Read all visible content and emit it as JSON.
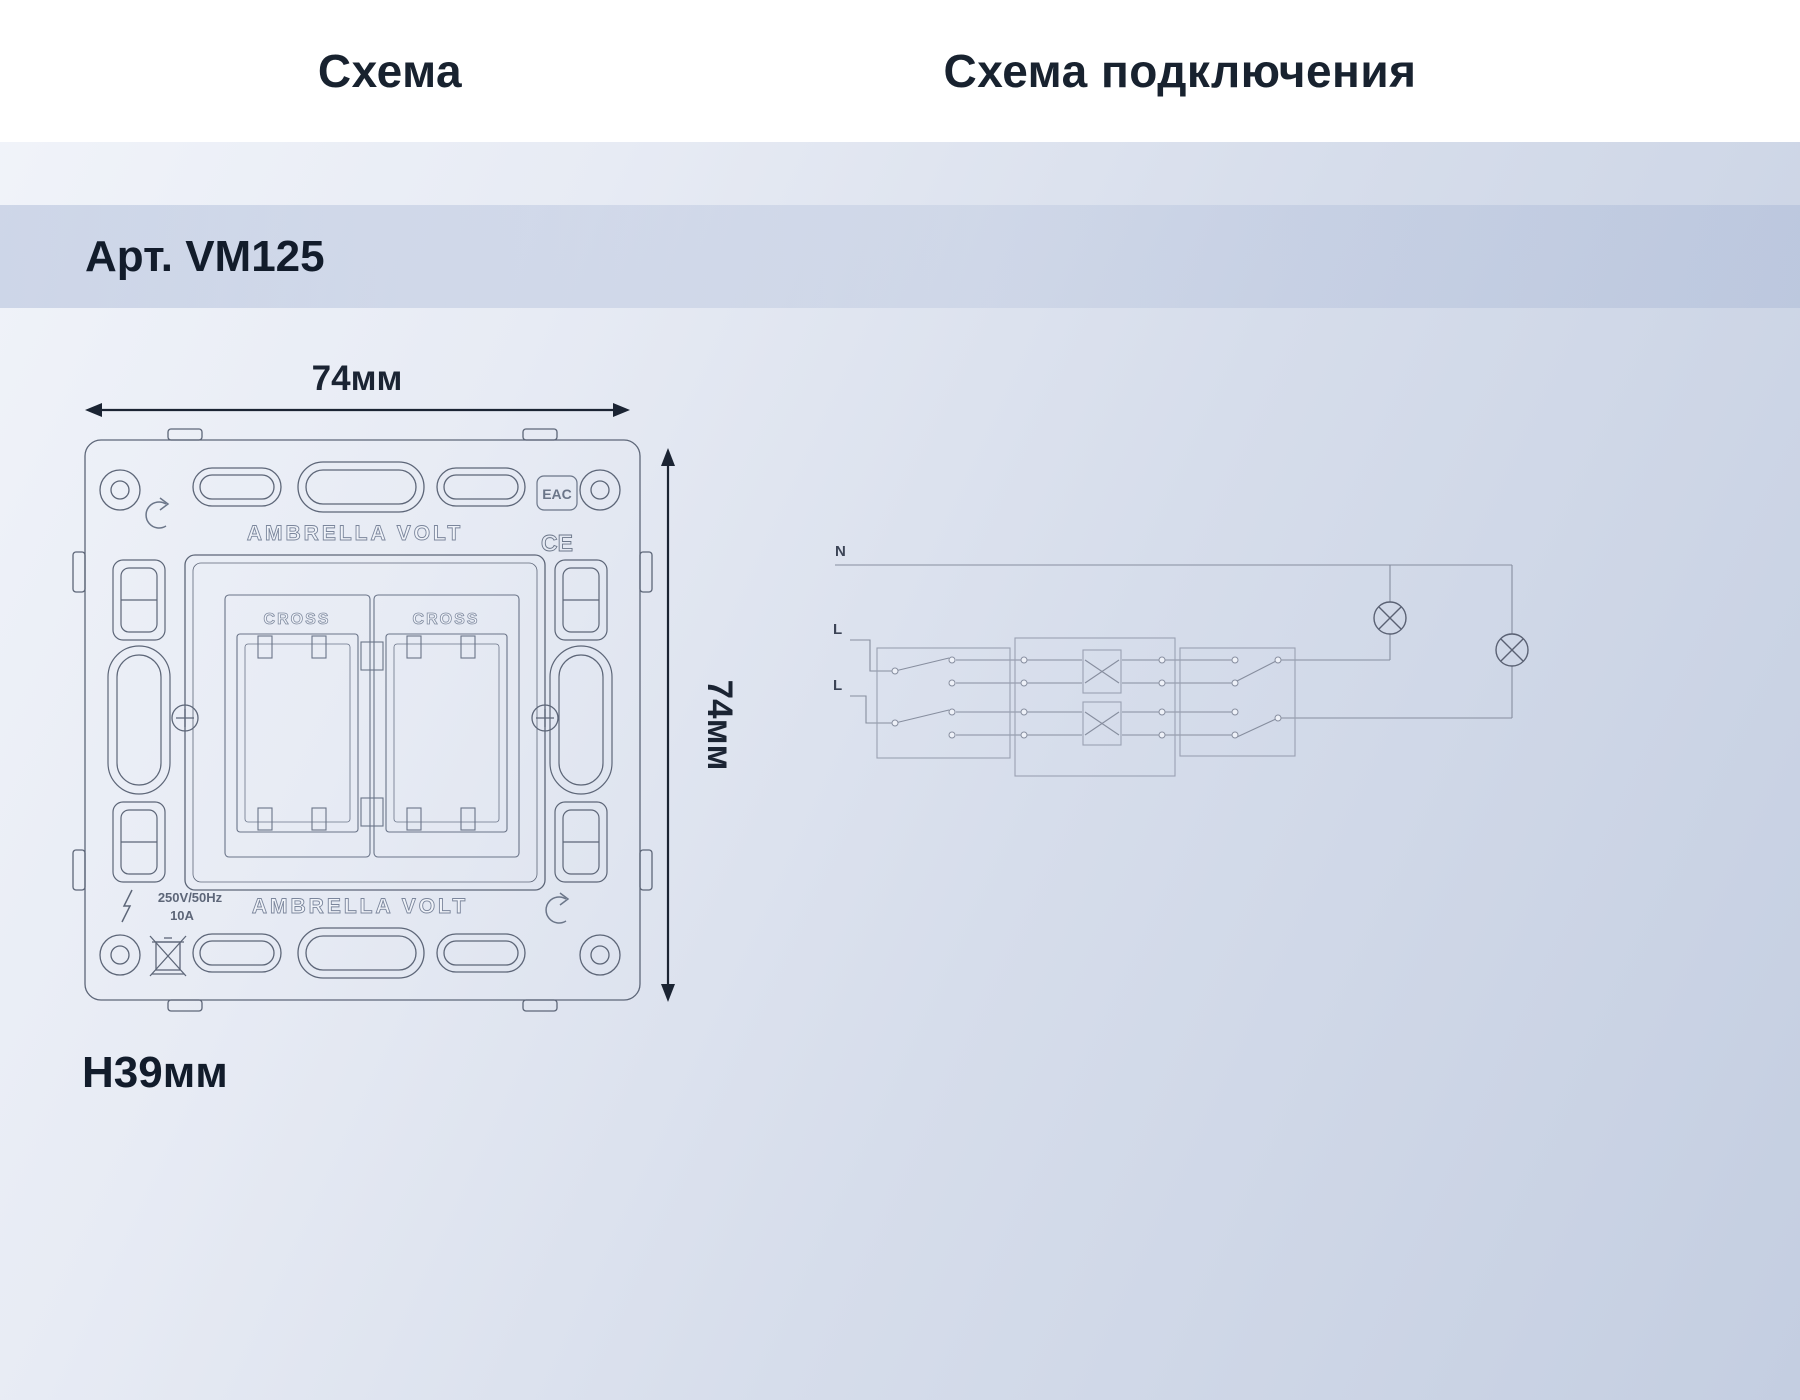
{
  "header": {
    "left_title": "Схема",
    "right_title": "Схема подключения"
  },
  "product": {
    "article": "Арт. VM125",
    "dimensions": {
      "width": "74мм",
      "height": "74мм",
      "depth": "H39мм"
    }
  },
  "mechanism_drawing": {
    "brand_top": "AMBRELLA VOLT",
    "brand_bottom": "AMBRELLA VOLT",
    "module_labels": [
      "CROSS",
      "CROSS"
    ],
    "rating_voltage": "250V/50Hz",
    "rating_current": "10A",
    "cert_eac": "EAC",
    "cert_ce": "CE"
  },
  "wiring_diagram": {
    "neutral_label": "N",
    "line_labels": [
      "L",
      "L"
    ]
  },
  "colors": {
    "header_background": "#ffffff",
    "page_background_start": "#f1f4fa",
    "page_background_end": "#c4cee1",
    "band_background": "#ccd5e8",
    "text_primary": "#18222f",
    "drawing_stroke": "#5d6678",
    "schematic_stroke": "#878e9f"
  }
}
